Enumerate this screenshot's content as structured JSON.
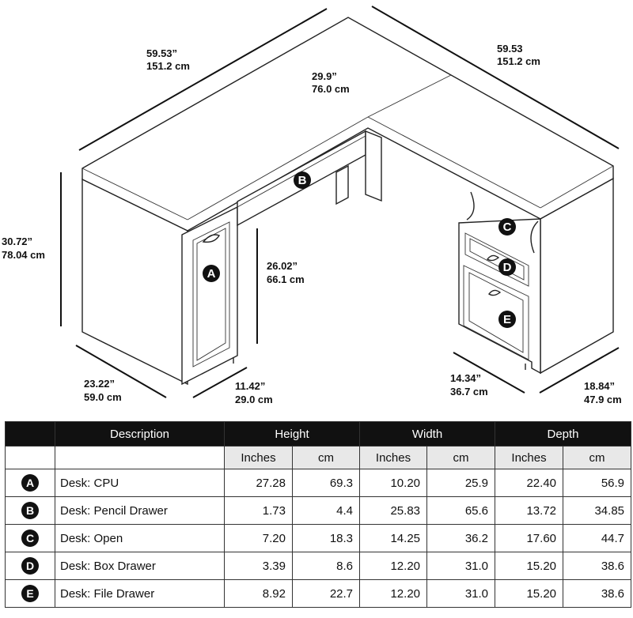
{
  "dimensions": {
    "top_left_width_in": "59.53”",
    "top_left_width_cm": "151.2 cm",
    "top_right_width_in": "59.53",
    "top_right_width_cm": "151.2 cm",
    "return_depth_in": "29.9”",
    "return_depth_cm": "76.0 cm",
    "height_in": "30.72”",
    "height_cm": "78.04 cm",
    "knee_height_in": "26.02”",
    "knee_height_cm": "66.1 cm",
    "desk_depth_in": "23.22”",
    "desk_depth_cm": "59.0 cm",
    "cpu_width_in": "11.42”",
    "cpu_width_cm": "29.0 cm",
    "pedestal_width_in": "14.34”",
    "pedestal_width_cm": "36.7 cm",
    "return_width_in": "18.84”",
    "return_width_cm": "47.9 cm"
  },
  "callouts": [
    "A",
    "B",
    "C",
    "D",
    "E"
  ],
  "table": {
    "headers": {
      "description": "Description",
      "height": "Height",
      "width": "Width",
      "depth": "Depth"
    },
    "units": [
      "Inches",
      "cm",
      "Inches",
      "cm",
      "Inches",
      "cm"
    ],
    "rows": [
      {
        "key": "A",
        "desc": "Desk: CPU",
        "h_in": "27.28",
        "h_cm": "69.3",
        "w_in": "10.20",
        "w_cm": "25.9",
        "d_in": "22.40",
        "d_cm": "56.9"
      },
      {
        "key": "B",
        "desc": "Desk: Pencil Drawer",
        "h_in": "1.73",
        "h_cm": "4.4",
        "w_in": "25.83",
        "w_cm": "65.6",
        "d_in": "13.72",
        "d_cm": "34.85"
      },
      {
        "key": "C",
        "desc": "Desk: Open",
        "h_in": "7.20",
        "h_cm": "18.3",
        "w_in": "14.25",
        "w_cm": "36.2",
        "d_in": "17.60",
        "d_cm": "44.7"
      },
      {
        "key": "D",
        "desc": "Desk: Box Drawer",
        "h_in": "3.39",
        "h_cm": "8.6",
        "w_in": "12.20",
        "w_cm": "31.0",
        "d_in": "15.20",
        "d_cm": "38.6"
      },
      {
        "key": "E",
        "desc": "Desk: File Drawer",
        "h_in": "8.92",
        "h_cm": "22.7",
        "w_in": "12.20",
        "w_cm": "31.0",
        "d_in": "15.20",
        "d_cm": "38.6"
      }
    ]
  }
}
